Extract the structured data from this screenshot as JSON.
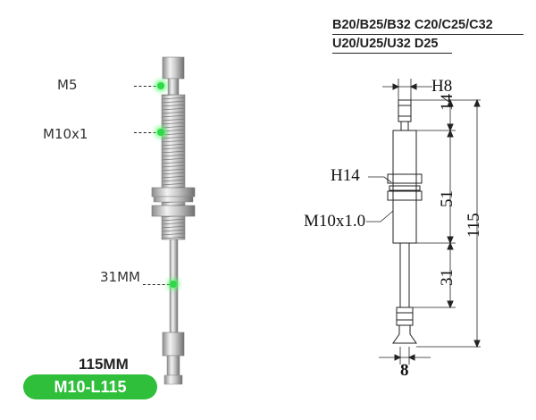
{
  "photo": {
    "labels": {
      "m5": "M5",
      "m10": "M10x1",
      "len31": "31MM"
    },
    "length_text": "115MM",
    "badge_text": "M10-L115",
    "badge_color": "#2fbf3b"
  },
  "drawing": {
    "title_line1": "B20/B25/B32 C20/C25/C32",
    "title_line2": "U20/U25/U32 D25",
    "dims": {
      "h8": "H8",
      "d14": "14",
      "d51": "51",
      "d115": "115",
      "d31": "31",
      "h14": "H14",
      "m10": "M10x1.0",
      "d8": "8"
    }
  }
}
